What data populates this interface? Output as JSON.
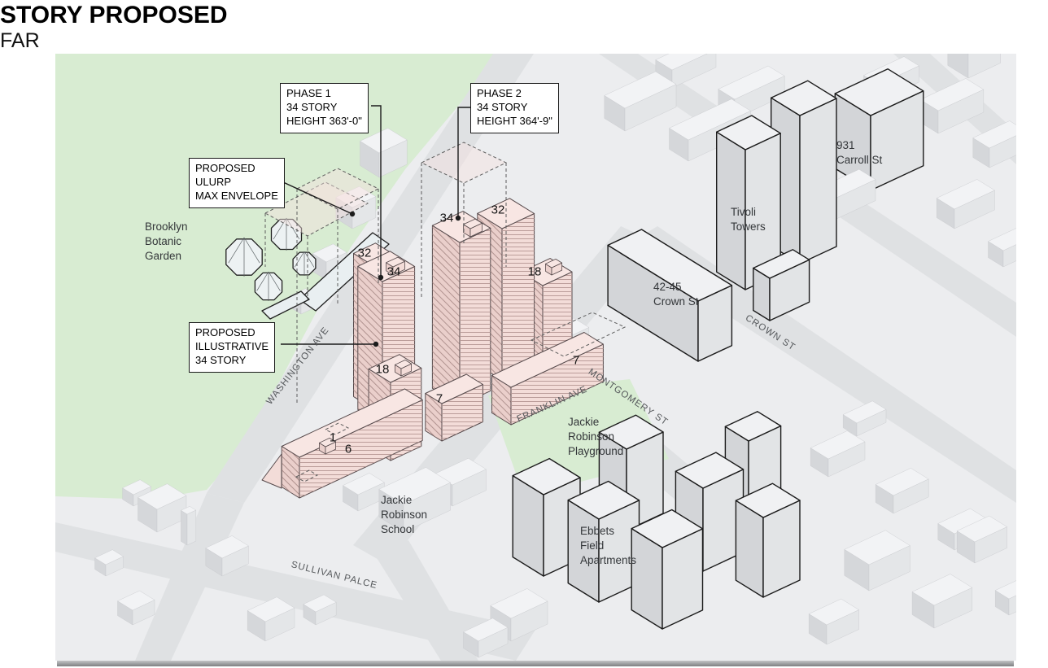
{
  "page_title": {
    "line1": "STORY PROPOSED",
    "line2": "FAR"
  },
  "callouts": {
    "phase1": {
      "line1": "PHASE 1",
      "line2": "34 STORY",
      "line3": "HEIGHT 363'-0\""
    },
    "phase2": {
      "line1": "PHASE 2",
      "line2": "34 STORY",
      "line3": "HEIGHT 364'-9\""
    },
    "ulurp_envelope": {
      "line1": "PROPOSED",
      "line2": "ULURP",
      "line3": "MAX ENVELOPE"
    },
    "illustrative": {
      "line1": "PROPOSED",
      "line2": "ILLUSTRATIVE",
      "line3": "34 STORY"
    }
  },
  "area_labels": {
    "botanic_garden": {
      "line1": "Brooklyn",
      "line2": "Botanic",
      "line3": "Garden"
    },
    "tivoli": {
      "line1": "Tivoli",
      "line2": "Towers"
    },
    "carroll": {
      "line1": "931",
      "line2": "Carroll St"
    },
    "crown_bldg": {
      "line1": "42-45",
      "line2": "Crown St"
    },
    "playground": {
      "line1": "Jackie",
      "line2": "Robinson",
      "line3": "Playground"
    },
    "school": {
      "line1": "Jackie",
      "line2": "Robinson",
      "line3": "School"
    },
    "ebbets": {
      "line1": "Ebbets",
      "line2": "Field",
      "line3": "Apartments"
    }
  },
  "street_labels": {
    "washington": "WASHINGTON AVE",
    "franklin": "FRANKLIN AVE",
    "montgomery": "MONTGOMERY ST",
    "crown": "CROWN ST",
    "sullivan": "SULLIVAN PALCE"
  },
  "story_labels": {
    "phase1_upper": "32",
    "phase1_tower": "34",
    "phase2_tower": "34",
    "phase2_upper": "32",
    "east_midrise": "18",
    "west_midrise": "18",
    "west_podium": "7",
    "east_podium": "7",
    "low_wing": "1",
    "base_bar": "6"
  },
  "colors": {
    "proposed_pink": "#f5dedb",
    "pink_hatch": "#b49693",
    "envelope_dash": "#5c5c5c",
    "garden_green": "#d8ecd2",
    "street_gray": "#dfe1e3",
    "context_gray": "#e4e6e8",
    "outline_black": "#1b1b1b"
  }
}
